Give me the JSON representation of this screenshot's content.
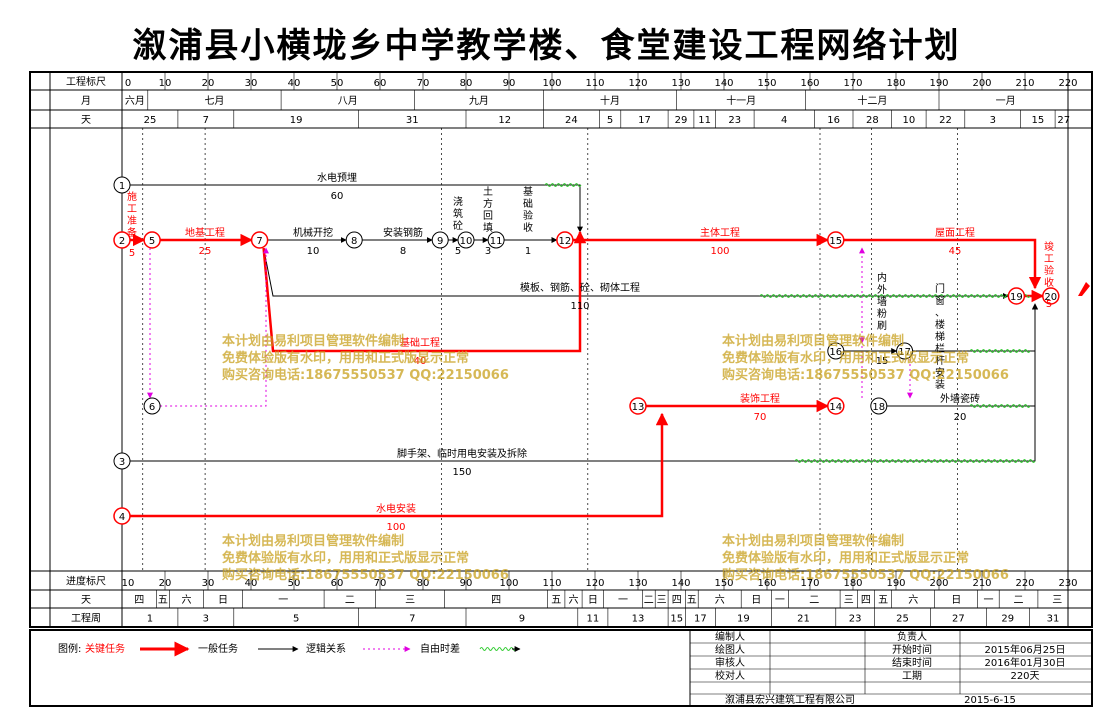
{
  "title": "溆浦县小横垅乡中学教学楼、食堂建设工程网络计划",
  "scale_top": {
    "label": "工程标尺",
    "ticks": [
      {
        "v": 0,
        "t": "0"
      },
      {
        "v": 10,
        "t": "10"
      },
      {
        "v": 20,
        "t": "20"
      },
      {
        "v": 30,
        "t": "30"
      },
      {
        "v": 40,
        "t": "40"
      },
      {
        "v": 50,
        "t": "50"
      },
      {
        "v": 60,
        "t": "60"
      },
      {
        "v": 70,
        "t": "70"
      },
      {
        "v": 80,
        "t": "80"
      },
      {
        "v": 90,
        "t": "90"
      },
      {
        "v": 100,
        "t": "100"
      },
      {
        "v": 110,
        "t": "110"
      },
      {
        "v": 120,
        "t": "120"
      },
      {
        "v": 130,
        "t": "130"
      },
      {
        "v": 140,
        "t": "140"
      },
      {
        "v": 150,
        "t": "150"
      },
      {
        "v": 160,
        "t": "160"
      },
      {
        "v": 170,
        "t": "170"
      },
      {
        "v": 180,
        "t": "180"
      },
      {
        "v": 190,
        "t": "190"
      },
      {
        "v": 200,
        "t": "200"
      },
      {
        "v": 210,
        "t": "210"
      },
      {
        "v": 220,
        "t": "220"
      }
    ]
  },
  "months": {
    "label": "月",
    "items": [
      {
        "from": 0,
        "to": 6,
        "t": "六月"
      },
      {
        "from": 6,
        "to": 37,
        "t": "七月"
      },
      {
        "from": 37,
        "to": 68,
        "t": "八月"
      },
      {
        "from": 68,
        "to": 98,
        "t": "九月"
      },
      {
        "from": 98,
        "to": 129,
        "t": "十月"
      },
      {
        "from": 129,
        "to": 159,
        "t": "十一月"
      },
      {
        "from": 159,
        "to": 190,
        "t": "十二月"
      },
      {
        "from": 190,
        "to": 221,
        "t": "一月"
      }
    ]
  },
  "days": {
    "label": "天",
    "items": [
      {
        "from": 0,
        "to": 13,
        "t": "25"
      },
      {
        "from": 13,
        "to": 26,
        "t": "7"
      },
      {
        "from": 26,
        "to": 55,
        "t": "19"
      },
      {
        "from": 55,
        "to": 80,
        "t": "31"
      },
      {
        "from": 80,
        "to": 98,
        "t": "12"
      },
      {
        "from": 98,
        "to": 111,
        "t": "24"
      },
      {
        "from": 111,
        "to": 116,
        "t": "5"
      },
      {
        "from": 116,
        "to": 127,
        "t": "17"
      },
      {
        "from": 127,
        "to": 133,
        "t": "29"
      },
      {
        "from": 133,
        "to": 138,
        "t": "11"
      },
      {
        "from": 138,
        "to": 147,
        "t": "23"
      },
      {
        "from": 147,
        "to": 161,
        "t": "4"
      },
      {
        "from": 161,
        "to": 170,
        "t": "16"
      },
      {
        "from": 170,
        "to": 179,
        "t": "28"
      },
      {
        "from": 179,
        "to": 187,
        "t": "10"
      },
      {
        "from": 187,
        "to": 196,
        "t": "22"
      },
      {
        "from": 196,
        "to": 209,
        "t": "3"
      },
      {
        "from": 209,
        "to": 217,
        "t": "15"
      },
      {
        "from": 217,
        "to": 221,
        "t": "27"
      }
    ]
  },
  "scale_bottom": {
    "label": "进度标尺",
    "ticks": [
      {
        "v": 0,
        "t": "10"
      },
      {
        "v": 10,
        "t": "20"
      },
      {
        "v": 20,
        "t": "30"
      },
      {
        "v": 30,
        "t": "40"
      },
      {
        "v": 40,
        "t": "50"
      },
      {
        "v": 50,
        "t": "60"
      },
      {
        "v": 60,
        "t": "70"
      },
      {
        "v": 70,
        "t": "80"
      },
      {
        "v": 80,
        "t": "90"
      },
      {
        "v": 90,
        "t": "100"
      },
      {
        "v": 100,
        "t": "110"
      },
      {
        "v": 110,
        "t": "120"
      },
      {
        "v": 120,
        "t": "130"
      },
      {
        "v": 130,
        "t": "140"
      },
      {
        "v": 140,
        "t": "150"
      },
      {
        "v": 150,
        "t": "160"
      },
      {
        "v": 160,
        "t": "170"
      },
      {
        "v": 170,
        "t": "180"
      },
      {
        "v": 180,
        "t": "190"
      },
      {
        "v": 190,
        "t": "200"
      },
      {
        "v": 200,
        "t": "210"
      },
      {
        "v": 210,
        "t": "220"
      },
      {
        "v": 220,
        "t": "230"
      }
    ]
  },
  "weekdays": {
    "label": "天",
    "items": [
      {
        "from": 0,
        "to": 8,
        "t": "四"
      },
      {
        "from": 8,
        "to": 11,
        "t": "五"
      },
      {
        "from": 11,
        "to": 19,
        "t": "六"
      },
      {
        "from": 19,
        "to": 28,
        "t": "日"
      },
      {
        "from": 28,
        "to": 47,
        "t": "一"
      },
      {
        "from": 47,
        "to": 59,
        "t": "二"
      },
      {
        "from": 59,
        "to": 75,
        "t": "三"
      },
      {
        "from": 75,
        "to": 99,
        "t": "四"
      },
      {
        "from": 99,
        "to": 103,
        "t": "五"
      },
      {
        "from": 103,
        "to": 107,
        "t": "六"
      },
      {
        "from": 107,
        "to": 112,
        "t": "日"
      },
      {
        "from": 112,
        "to": 121,
        "t": "一"
      },
      {
        "from": 121,
        "to": 124,
        "t": "二"
      },
      {
        "from": 124,
        "to": 127,
        "t": "三"
      },
      {
        "from": 127,
        "to": 131,
        "t": "四"
      },
      {
        "from": 131,
        "to": 134,
        "t": "五"
      },
      {
        "from": 134,
        "to": 144,
        "t": "六"
      },
      {
        "from": 144,
        "to": 151,
        "t": "日"
      },
      {
        "from": 151,
        "to": 155,
        "t": "一"
      },
      {
        "from": 155,
        "to": 167,
        "t": "二"
      },
      {
        "from": 167,
        "to": 171,
        "t": "三"
      },
      {
        "from": 171,
        "to": 175,
        "t": "四"
      },
      {
        "from": 175,
        "to": 179,
        "t": "五"
      },
      {
        "from": 179,
        "to": 189,
        "t": "六"
      },
      {
        "from": 189,
        "to": 199,
        "t": "日"
      },
      {
        "from": 199,
        "to": 204,
        "t": "一"
      },
      {
        "from": 204,
        "to": 213,
        "t": "二"
      },
      {
        "from": 213,
        "to": 222,
        "t": "三"
      }
    ]
  },
  "weeks": {
    "label": "工程周",
    "items": [
      {
        "from": 0,
        "to": 13,
        "t": "1"
      },
      {
        "from": 13,
        "to": 26,
        "t": "3"
      },
      {
        "from": 26,
        "to": 55,
        "t": "5"
      },
      {
        "from": 55,
        "to": 80,
        "t": "7"
      },
      {
        "from": 80,
        "to": 106,
        "t": "9"
      },
      {
        "from": 106,
        "to": 113,
        "t": "11"
      },
      {
        "from": 113,
        "to": 127,
        "t": "13"
      },
      {
        "from": 127,
        "to": 131,
        "t": "15"
      },
      {
        "from": 131,
        "to": 138,
        "t": "17"
      },
      {
        "from": 138,
        "to": 151,
        "t": "19"
      },
      {
        "from": 151,
        "to": 166,
        "t": "21"
      },
      {
        "from": 166,
        "to": 175,
        "t": "23"
      },
      {
        "from": 175,
        "to": 188,
        "t": "25"
      },
      {
        "from": 188,
        "to": 201,
        "t": "27"
      },
      {
        "from": 201,
        "to": 211,
        "t": "29"
      },
      {
        "from": 211,
        "to": 222,
        "t": "31"
      }
    ]
  },
  "nodes": [
    {
      "id": "1",
      "t": 0,
      "row": "r1"
    },
    {
      "id": "2",
      "t": 0,
      "row": "r2"
    },
    {
      "id": "5",
      "t": 7,
      "row": "r2"
    },
    {
      "id": "7",
      "t": 32,
      "row": "r2"
    },
    {
      "id": "8",
      "t": 54,
      "row": "r2"
    },
    {
      "id": "9",
      "t": 74,
      "row": "r2"
    },
    {
      "id": "10",
      "t": 80,
      "row": "r2"
    },
    {
      "id": "11",
      "t": 87,
      "row": "r2"
    },
    {
      "id": "12",
      "t": 103,
      "row": "r2"
    },
    {
      "id": "15",
      "t": 166,
      "row": "r2"
    },
    {
      "id": "19",
      "t": 208,
      "row": "r3"
    },
    {
      "id": "20",
      "t": 216,
      "row": "r3"
    },
    {
      "id": "6",
      "t": 7,
      "row": "r6"
    },
    {
      "id": "13",
      "t": 120,
      "row": "r6"
    },
    {
      "id": "14",
      "t": 166,
      "row": "r6"
    },
    {
      "id": "18",
      "t": 176,
      "row": "r6"
    },
    {
      "id": "16",
      "t": 166,
      "row": "r4"
    },
    {
      "id": "17",
      "t": 182,
      "row": "r4"
    },
    {
      "id": "3",
      "t": 0,
      "row": "r7"
    },
    {
      "id": "4",
      "t": 0,
      "row": "r8"
    }
  ],
  "activities": [
    {
      "name": "施工准备",
      "dur": "5",
      "kind": "critical",
      "vertical": true
    },
    {
      "name": "地基工程",
      "dur": "25",
      "kind": "critical"
    },
    {
      "name": "机械开挖",
      "dur": "10",
      "kind": "normal"
    },
    {
      "name": "安装钢筋",
      "dur": "8",
      "kind": "normal"
    },
    {
      "name": "浇筑砼",
      "dur": "5",
      "kind": "normal",
      "vertical": true
    },
    {
      "name": "土方回填",
      "dur": "3",
      "kind": "normal",
      "vertical": true
    },
    {
      "name": "基础验收",
      "dur": "1",
      "kind": "normal",
      "vertical": true
    },
    {
      "name": "水电预埋",
      "dur": "60",
      "kind": "normal"
    },
    {
      "name": "主体工程",
      "dur": "100",
      "kind": "critical"
    },
    {
      "name": "屋面工程",
      "dur": "45",
      "kind": "critical"
    },
    {
      "name": "竣工验收",
      "dur": "5",
      "kind": "critical",
      "vertical": true
    },
    {
      "name": "模板、钢筋、砼、砌体工程",
      "dur": "110",
      "kind": "normal"
    },
    {
      "name": "基础工程",
      "dur": "40",
      "kind": "critical"
    },
    {
      "name": "内外墙粉刷",
      "dur": "15",
      "kind": "normal",
      "vertical": true
    },
    {
      "name": "门窗、楼梯栏杆安装",
      "dur": "",
      "kind": "normal",
      "vertical": true
    },
    {
      "name": "装饰工程",
      "dur": "70",
      "kind": "critical"
    },
    {
      "name": "外墙瓷砖",
      "dur": "20",
      "kind": "normal"
    },
    {
      "name": "脚手架、临时用电安装及拆除",
      "dur": "150",
      "kind": "normal"
    },
    {
      "name": "水电安装",
      "dur": "100",
      "kind": "critical"
    }
  ],
  "watermark": {
    "line1": "本计划由易利项目管理软件编制",
    "line2": "免费体验版有水印，用用和正式版显示正常",
    "line3": "购买咨询电话:18675550537 QQ:22150066"
  },
  "legend": {
    "label": "图例:",
    "critical": "关键任务",
    "normal": "一般任务",
    "logic": "逻辑关系",
    "float": "自由时差"
  },
  "info": {
    "editor": "编制人",
    "drawer": "绘图人",
    "reviewer": "审核人",
    "checker": "校对人",
    "company": "溆浦县宏兴建筑工程有限公司",
    "leader": "负责人",
    "start_label": "开始时间",
    "start": "2015年06月25日",
    "end_label": "结束时间",
    "end": "2016年01月30日",
    "duration_label": "工期",
    "duration": "220天",
    "date": "2015-6-15"
  },
  "colors": {
    "critical": "#ff0000",
    "normal": "#000000",
    "float": "#33cc33",
    "logic": "#e000e0",
    "watermark": "#c8a01e"
  }
}
